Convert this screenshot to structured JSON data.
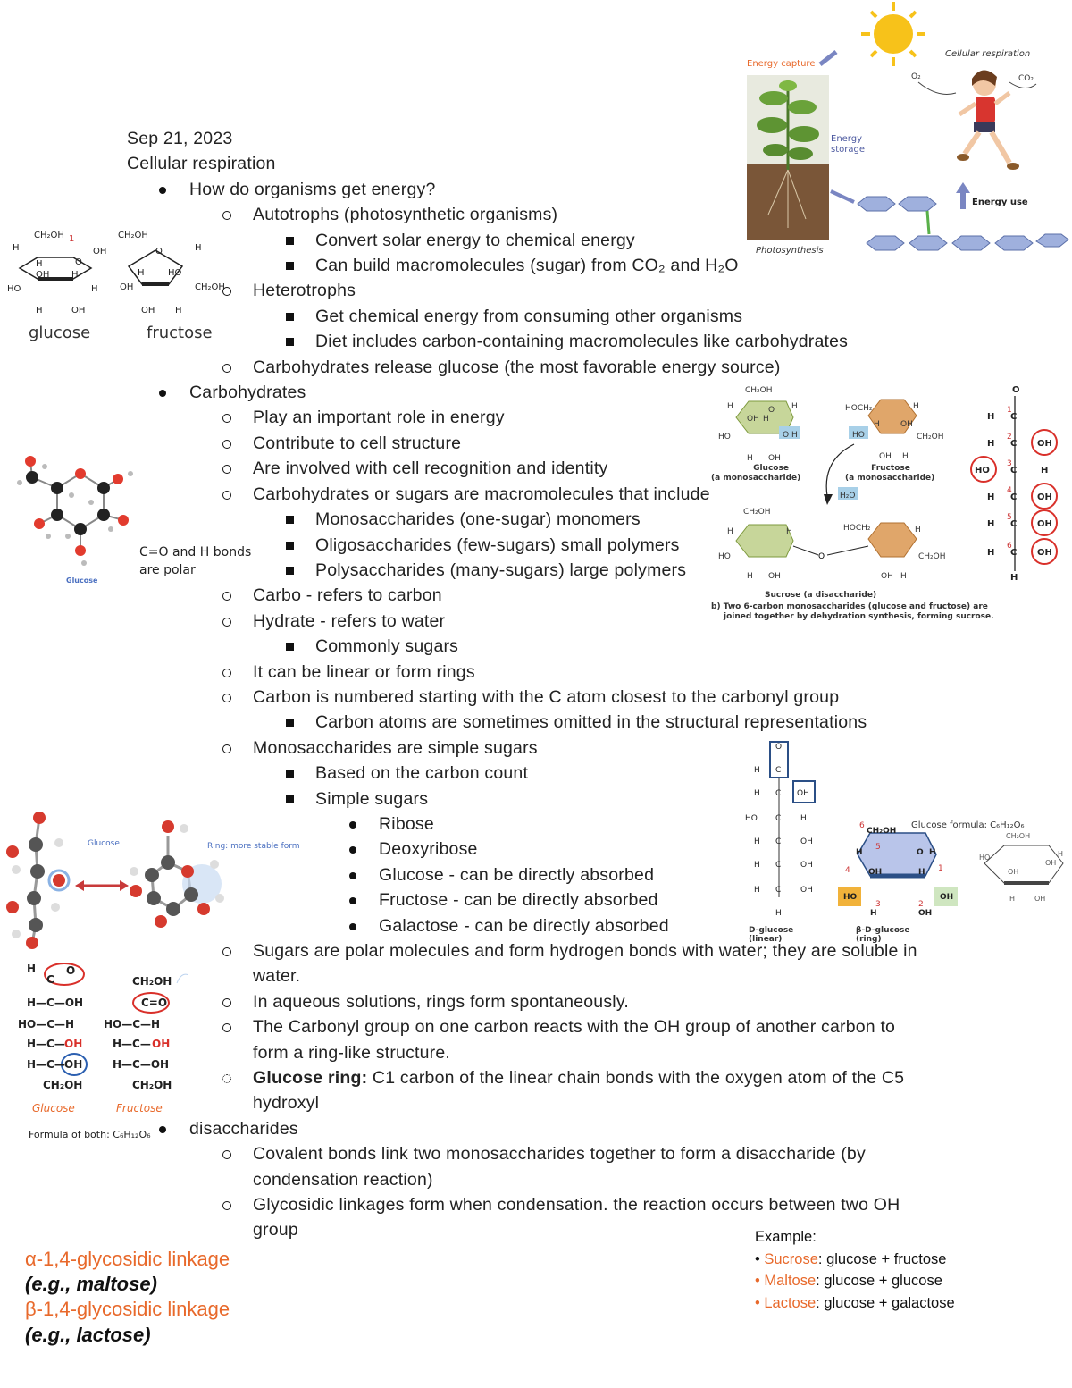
{
  "header": {
    "date": "Sep 21, 2023",
    "topic": "Cellular respiration"
  },
  "notes": {
    "q_energy": "How do organisms get energy?",
    "autotrophs": "Autotrophs (photosynthetic organisms)",
    "auto_1": "Convert solar energy to chemical energy",
    "auto_2": "Can build macromolecules (sugar) from CO₂ and H₂O",
    "heterotrophs": "Heterotrophs",
    "hetero_1": "Get chemical energy from consuming other organisms",
    "hetero_2": "Diet includes carbon-containing macromolecules like carbohydrates",
    "carb_release": "Carbohydrates release glucose (the most favorable energy source)",
    "carbohydrates": "Carbohydrates",
    "c1": "Play an important role in energy",
    "c2": "Contribute to cell structure",
    "c3": "Are involved with cell recognition and identity",
    "c4": "Carbohydrates or sugars are macromolecules that include",
    "c4a": "Monosaccharides (one-sugar) monomers",
    "c4b": "Oligosaccharides (few-sugars) small polymers",
    "c4c": "Polysaccharides (many-sugars) large polymers",
    "c5": "Carbo - refers to carbon",
    "c6": "Hydrate - refers to water",
    "c6a": "Commonly sugars",
    "c7": "It can be linear or form rings",
    "c8": "Carbon is numbered starting with the C atom closest to the carbonyl group",
    "c8a": "Carbon atoms are sometimes omitted in the structural representations",
    "c9": "Monosaccharides are simple sugars",
    "c9a": "Based on the carbon count",
    "c9b": "Simple sugars",
    "s1": "Ribose",
    "s2": "Deoxyribose",
    "s3": "Glucose - can be directly absorbed",
    "s4": "Fructose - can be directly absorbed",
    "s5": "Galactose - can be directly absorbed",
    "c10": "Sugars are polar molecules and form hydrogen bonds with water; they are soluble in water.",
    "c11": "In aqueous solutions, rings form spontaneously.",
    "c12": "The Carbonyl group on one carbon reacts with the OH group of another carbon to form a ring-like structure.",
    "c13_bold": "Glucose ring:",
    "c13_rest": " C1 carbon of the linear chain bonds with the oxygen atom of the C5 hydroxyl",
    "disaccharides": "disaccharides",
    "d1": "Covalent bonds link two monosaccharides together to form a disaccharide (by condensation reaction)",
    "d2": "Glycosidic linkages form when condensation. the reaction occurs between two OH group"
  },
  "figures": {
    "glucose_label": "glucose",
    "fructose_label": "fructose",
    "energy_capture": "Energy capture",
    "energy_storage": "Energy storage",
    "energy_use": "Energy use",
    "photosynthesis": "Photosynthesis",
    "cellular_respiration": "Cellular respiration",
    "polar_note": "C=O and H bonds are polar",
    "glucose_ball": "Glucose",
    "ring_note": "Ring: more stable form",
    "sucrose_caption_1": "Sucrose (a disaccharide)",
    "sucrose_caption_2": "b) Two 6-carbon monosaccharides (glucose and fructose) are",
    "sucrose_caption_3": "joined together by dehydration synthesis, forming sucrose.",
    "glucose_mono": "Glucose",
    "fructose_mono": "Fructose",
    "mono_sub": "(a monosaccharide)",
    "glucose_formula": "Glucose formula: C₆H₁₂O₆",
    "d_glucose_linear": "D-glucose (linear)",
    "b_d_glucose_ring": "β-D-glucose (ring)",
    "formula_both": "Formula of both: C₆H₁₂O₆",
    "glucose_caption": "Glucose",
    "fructose_caption": "Fructose"
  },
  "linkages": {
    "alpha": "α-1,4-glycosidic linkage",
    "alpha_eg": "(e.g., maltose)",
    "beta": "β-1,4-glycosidic linkage",
    "beta_eg": "(e.g., lactose)"
  },
  "example": {
    "title": "Example:",
    "items": [
      {
        "name": "Sucrose",
        "rest": ": glucose + fructose"
      },
      {
        "name": "Maltose",
        "rest": ": glucose + glucose"
      },
      {
        "name": "Lactose",
        "rest": ": glucose + galactose"
      }
    ]
  }
}
